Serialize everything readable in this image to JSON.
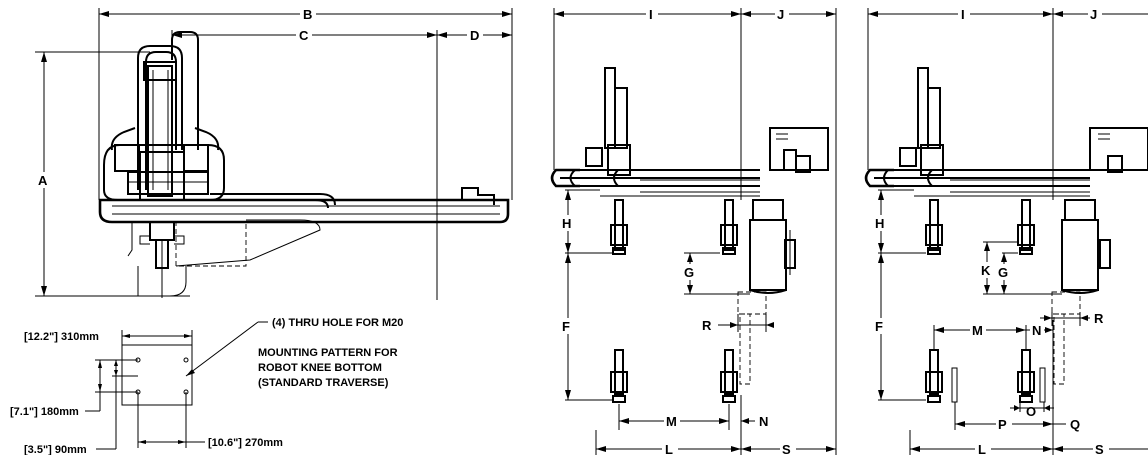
{
  "dimension_labels": {
    "A": "A",
    "B": "B",
    "C": "C",
    "D": "D",
    "F": "F",
    "G": "G",
    "H": "H",
    "I": "I",
    "J": "J",
    "K": "K",
    "L": "L",
    "M": "M",
    "N": "N",
    "O": "O",
    "P": "P",
    "Q": "Q",
    "R": "R",
    "S": "S"
  },
  "mounting_pattern": {
    "dim_top": "[12.2\"] 310mm",
    "dim_left_outer": "[7.1\"] 180mm",
    "dim_left_inner": "[3.5\"] 90mm",
    "dim_bottom": "[10.6\"] 270mm",
    "hole_callout": "(4) THRU HOLE FOR M20",
    "note_line1": "MOUNTING PATTERN FOR",
    "note_line2": "ROBOT KNEE BOTTOM",
    "note_line3": "(STANDARD TRAVERSE)"
  }
}
